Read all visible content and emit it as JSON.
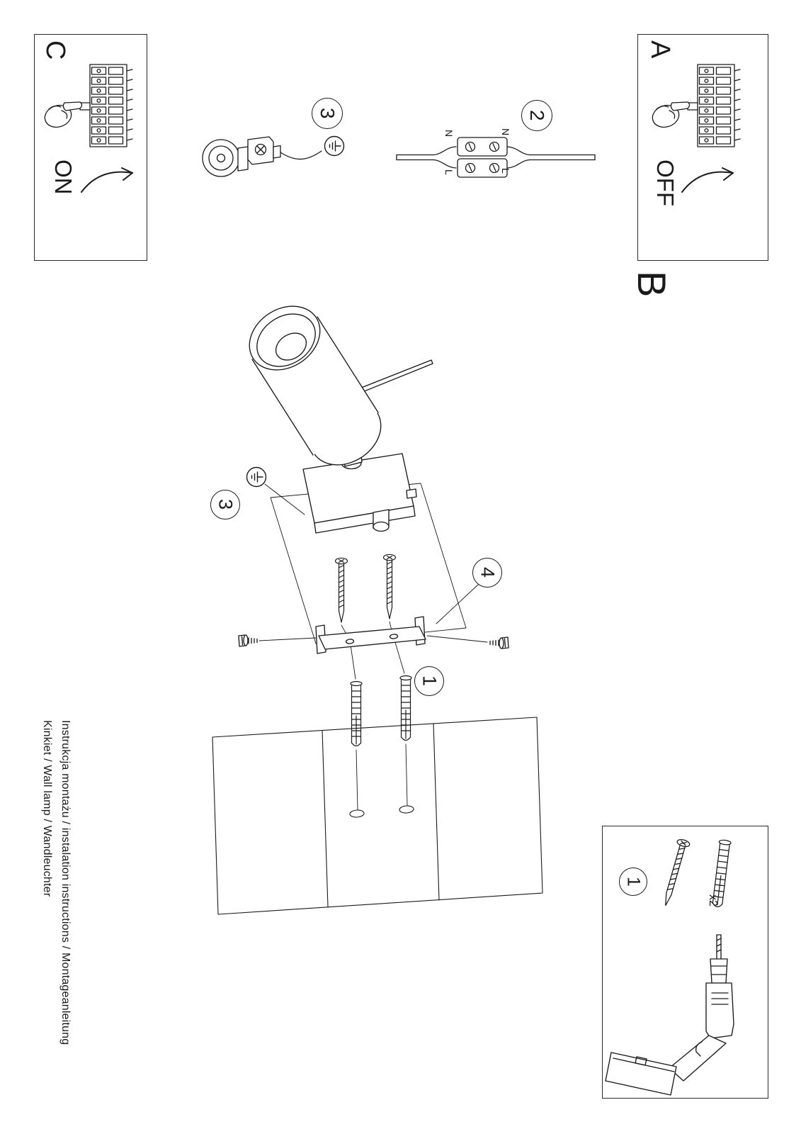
{
  "colors": {
    "ink": "#1a1a1a",
    "paper": "#ffffff"
  },
  "panels": {
    "a": {
      "label": "A",
      "switch_state": "OFF"
    },
    "b": {
      "label": "B"
    },
    "c": {
      "label": "C",
      "switch_state": "ON"
    }
  },
  "step_badges": {
    "s1": "1",
    "s2": "2",
    "s3": "3",
    "s4": "4"
  },
  "wiring_labels": {
    "n_left": "N",
    "l_left": "L",
    "n_right": "N",
    "l_right": "L"
  },
  "parts_box": {
    "badge": "1",
    "quantity": "x2"
  },
  "footer": {
    "line1": "Instrukcja montażu / instalation instructions / Montageanleitung",
    "line2": "Kinkiet / Wall lamp / Wandleuchter"
  },
  "icons": {
    "hand_breaker": "hand-pressing-breaker-icon",
    "curved_arrow": "curved-arrow-icon",
    "ground": "earth-ground-icon",
    "screw": "mounting-screw-icon",
    "wall_plug": "wall-plug-icon",
    "drill": "power-drill-icon"
  }
}
